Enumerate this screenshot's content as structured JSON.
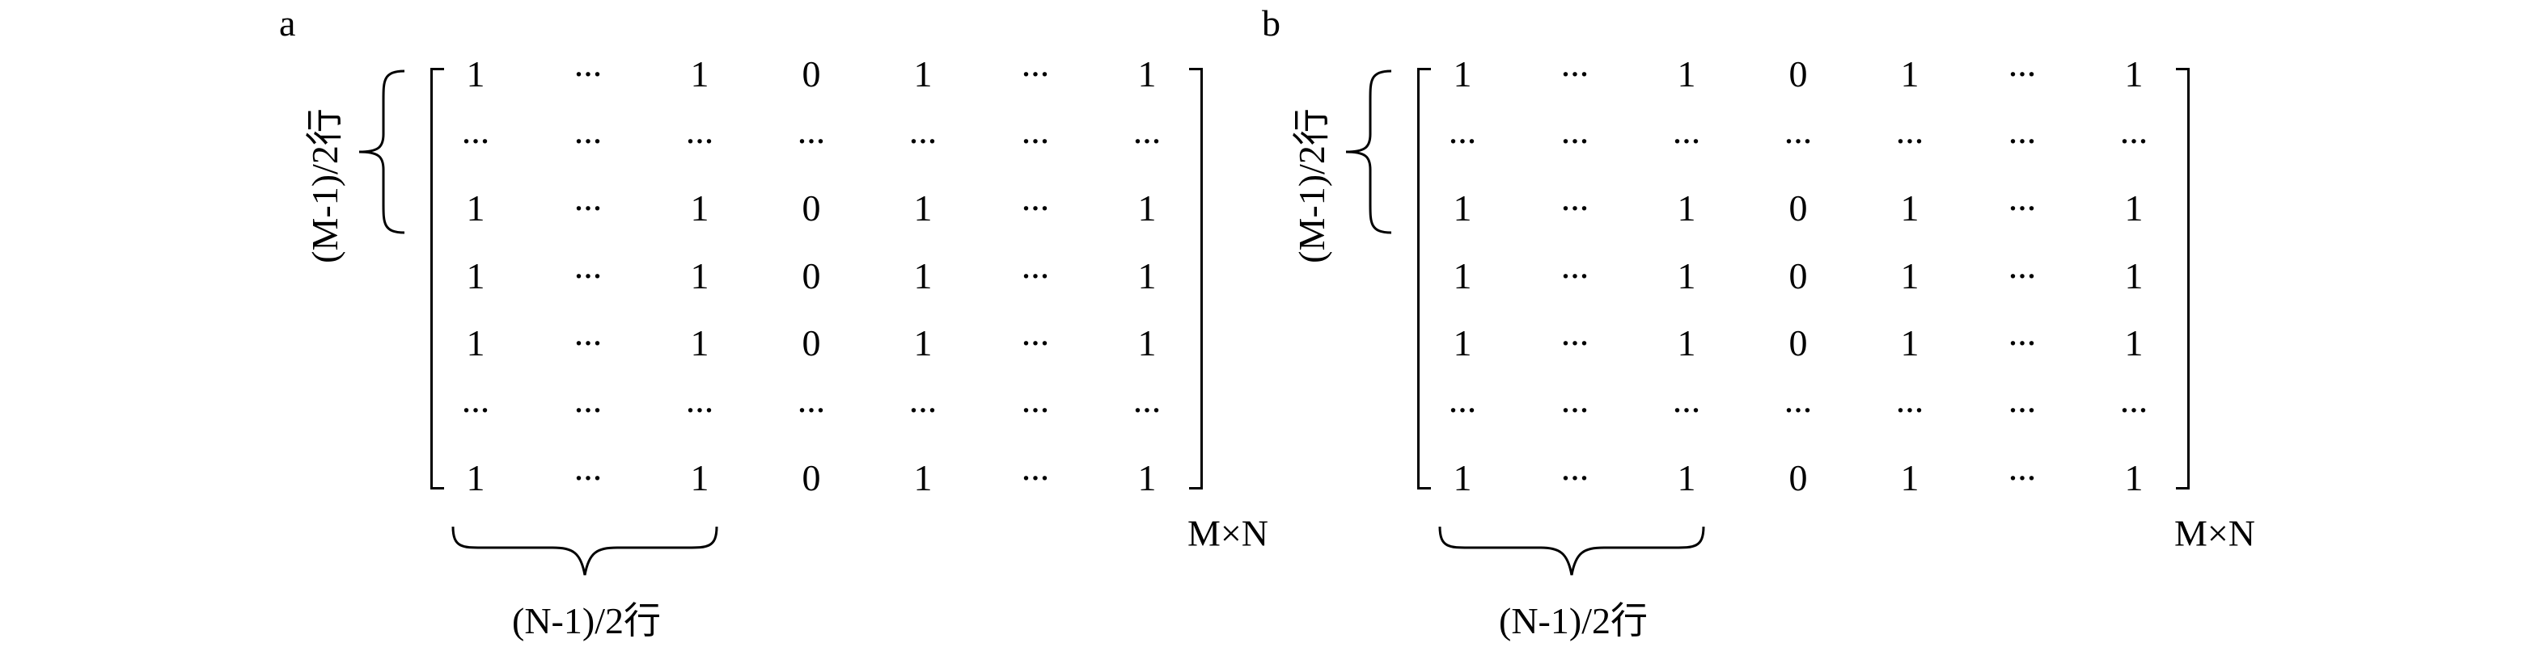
{
  "panels": [
    {
      "label": "a",
      "matrix": [
        [
          "1",
          "...",
          "1",
          "0",
          "1",
          "...",
          "1"
        ],
        [
          "...",
          "...",
          "...",
          "...",
          "...",
          "...",
          "..."
        ],
        [
          "1",
          "...",
          "1",
          "0",
          "1",
          "...",
          "1"
        ],
        [
          "1",
          "...",
          "1",
          "0",
          "1",
          "...",
          "1"
        ],
        [
          "1",
          "...",
          "1",
          "0",
          "1",
          "...",
          "1"
        ],
        [
          "...",
          "...",
          "...",
          "...",
          "...",
          "...",
          "..."
        ],
        [
          "1",
          "...",
          "1",
          "0",
          "1",
          "...",
          "1"
        ]
      ],
      "row_brace_label": "(M-1)/2行",
      "col_brace_label": "(N-1)/2行",
      "size_label": "M×N"
    },
    {
      "label": "b",
      "matrix": [
        [
          "1",
          "...",
          "1",
          "0",
          "1",
          "...",
          "1"
        ],
        [
          "...",
          "...",
          "...",
          "...",
          "...",
          "...",
          "..."
        ],
        [
          "1",
          "...",
          "1",
          "0",
          "1",
          "...",
          "1"
        ],
        [
          "1",
          "...",
          "1",
          "0",
          "1",
          "...",
          "1"
        ],
        [
          "1",
          "...",
          "1",
          "0",
          "1",
          "...",
          "1"
        ],
        [
          "...",
          "...",
          "...",
          "...",
          "...",
          "...",
          "..."
        ],
        [
          "1",
          "...",
          "1",
          "0",
          "1",
          "...",
          "1"
        ]
      ],
      "row_brace_label": "(M-1)/2行",
      "col_brace_label": "(N-1)/2行",
      "size_label": "M×N"
    }
  ]
}
